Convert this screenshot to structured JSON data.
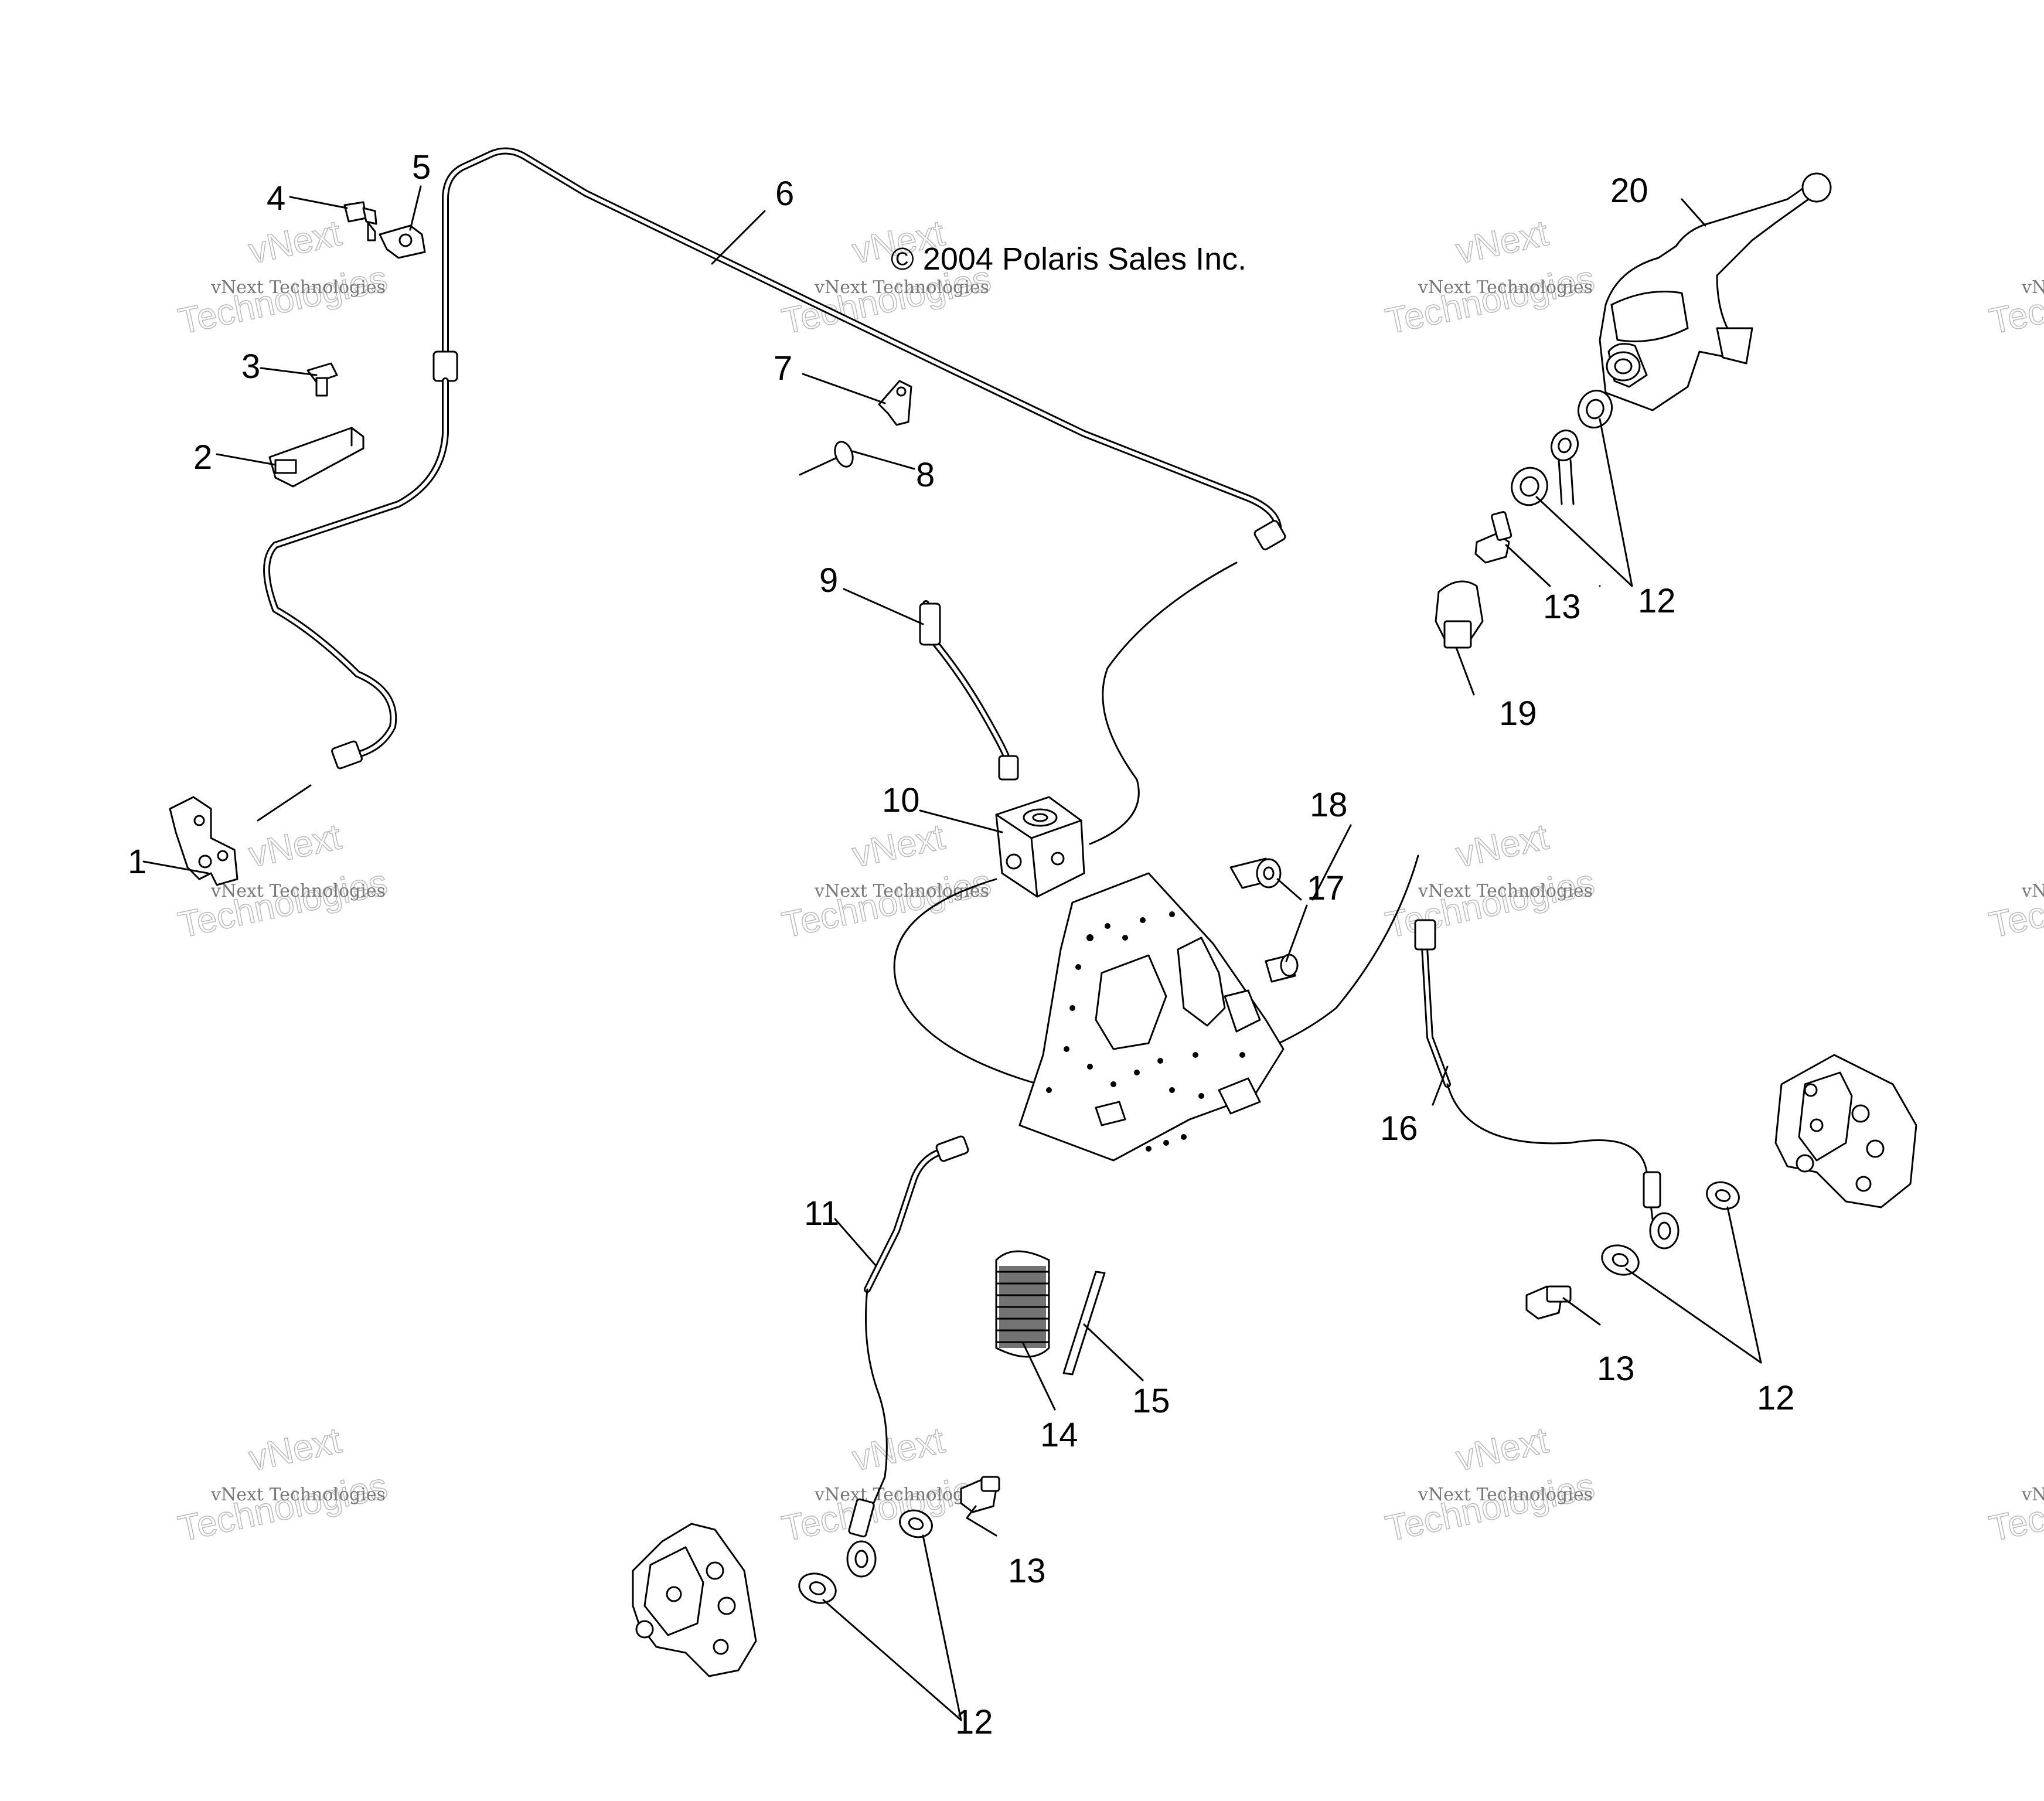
{
  "copyright": "© 2004 Polaris Sales Inc.",
  "watermark": {
    "line1": "vNext Technologies",
    "line2": "vNext",
    "line3": "Technologies"
  },
  "callouts": {
    "c1": "1",
    "c2": "2",
    "c3": "3",
    "c4": "4",
    "c5": "5",
    "c6": "6",
    "c7": "7",
    "c8": "8",
    "c9": "9",
    "c10": "10",
    "c11": "11",
    "c12a": "12",
    "c12b": "12",
    "c12c": "12",
    "c13a": "13",
    "c13b": "13",
    "c13c": "13",
    "c14": "14",
    "c15": "15",
    "c16": "16",
    "c17": "17",
    "c18": "18",
    "c19": "19",
    "c20": "20"
  }
}
